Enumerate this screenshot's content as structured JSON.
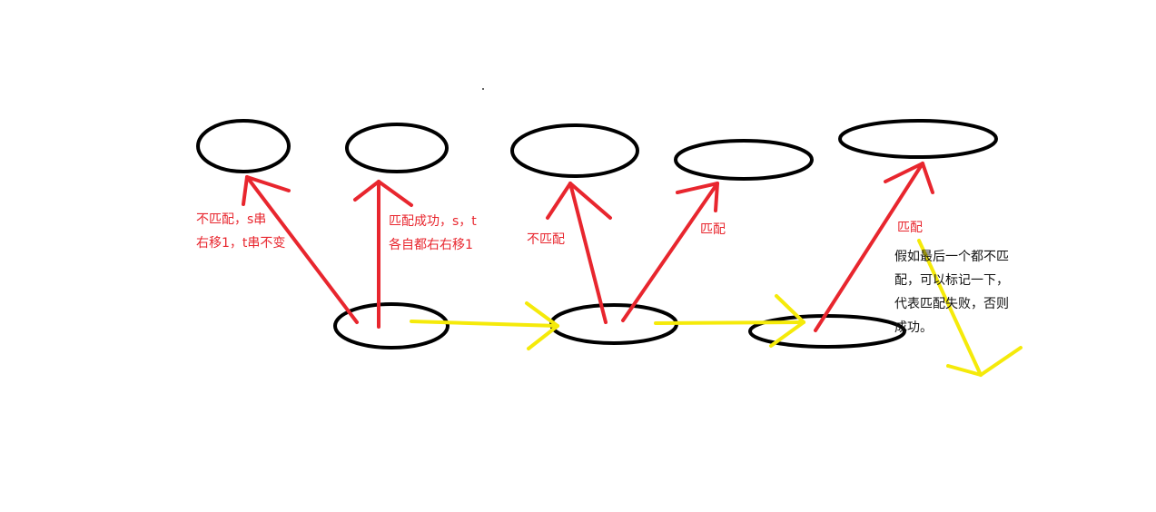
{
  "colors": {
    "node": "#000000",
    "compare_arrow": "#e8262e",
    "advance_arrow": "#f5ea0a",
    "label_red": "#e8262e",
    "label_black": "#111111",
    "background": "#ffffff"
  },
  "labels": {
    "mismatch_1": {
      "line1": "不匹配，s串",
      "line2": "右移1，t串不变"
    },
    "match_1": {
      "line1": "匹配成功，s，t",
      "line2": "各自都右右移1"
    },
    "mismatch_2": {
      "line1": "不匹配"
    },
    "match_2": {
      "line1": "匹配"
    },
    "match_3": {
      "line1": "匹配"
    },
    "note": {
      "line1": "假如最后一个都不匹",
      "line2": "配，可以标记一下，",
      "line3": "代表匹配失败，否则",
      "line4": "成功。"
    }
  }
}
